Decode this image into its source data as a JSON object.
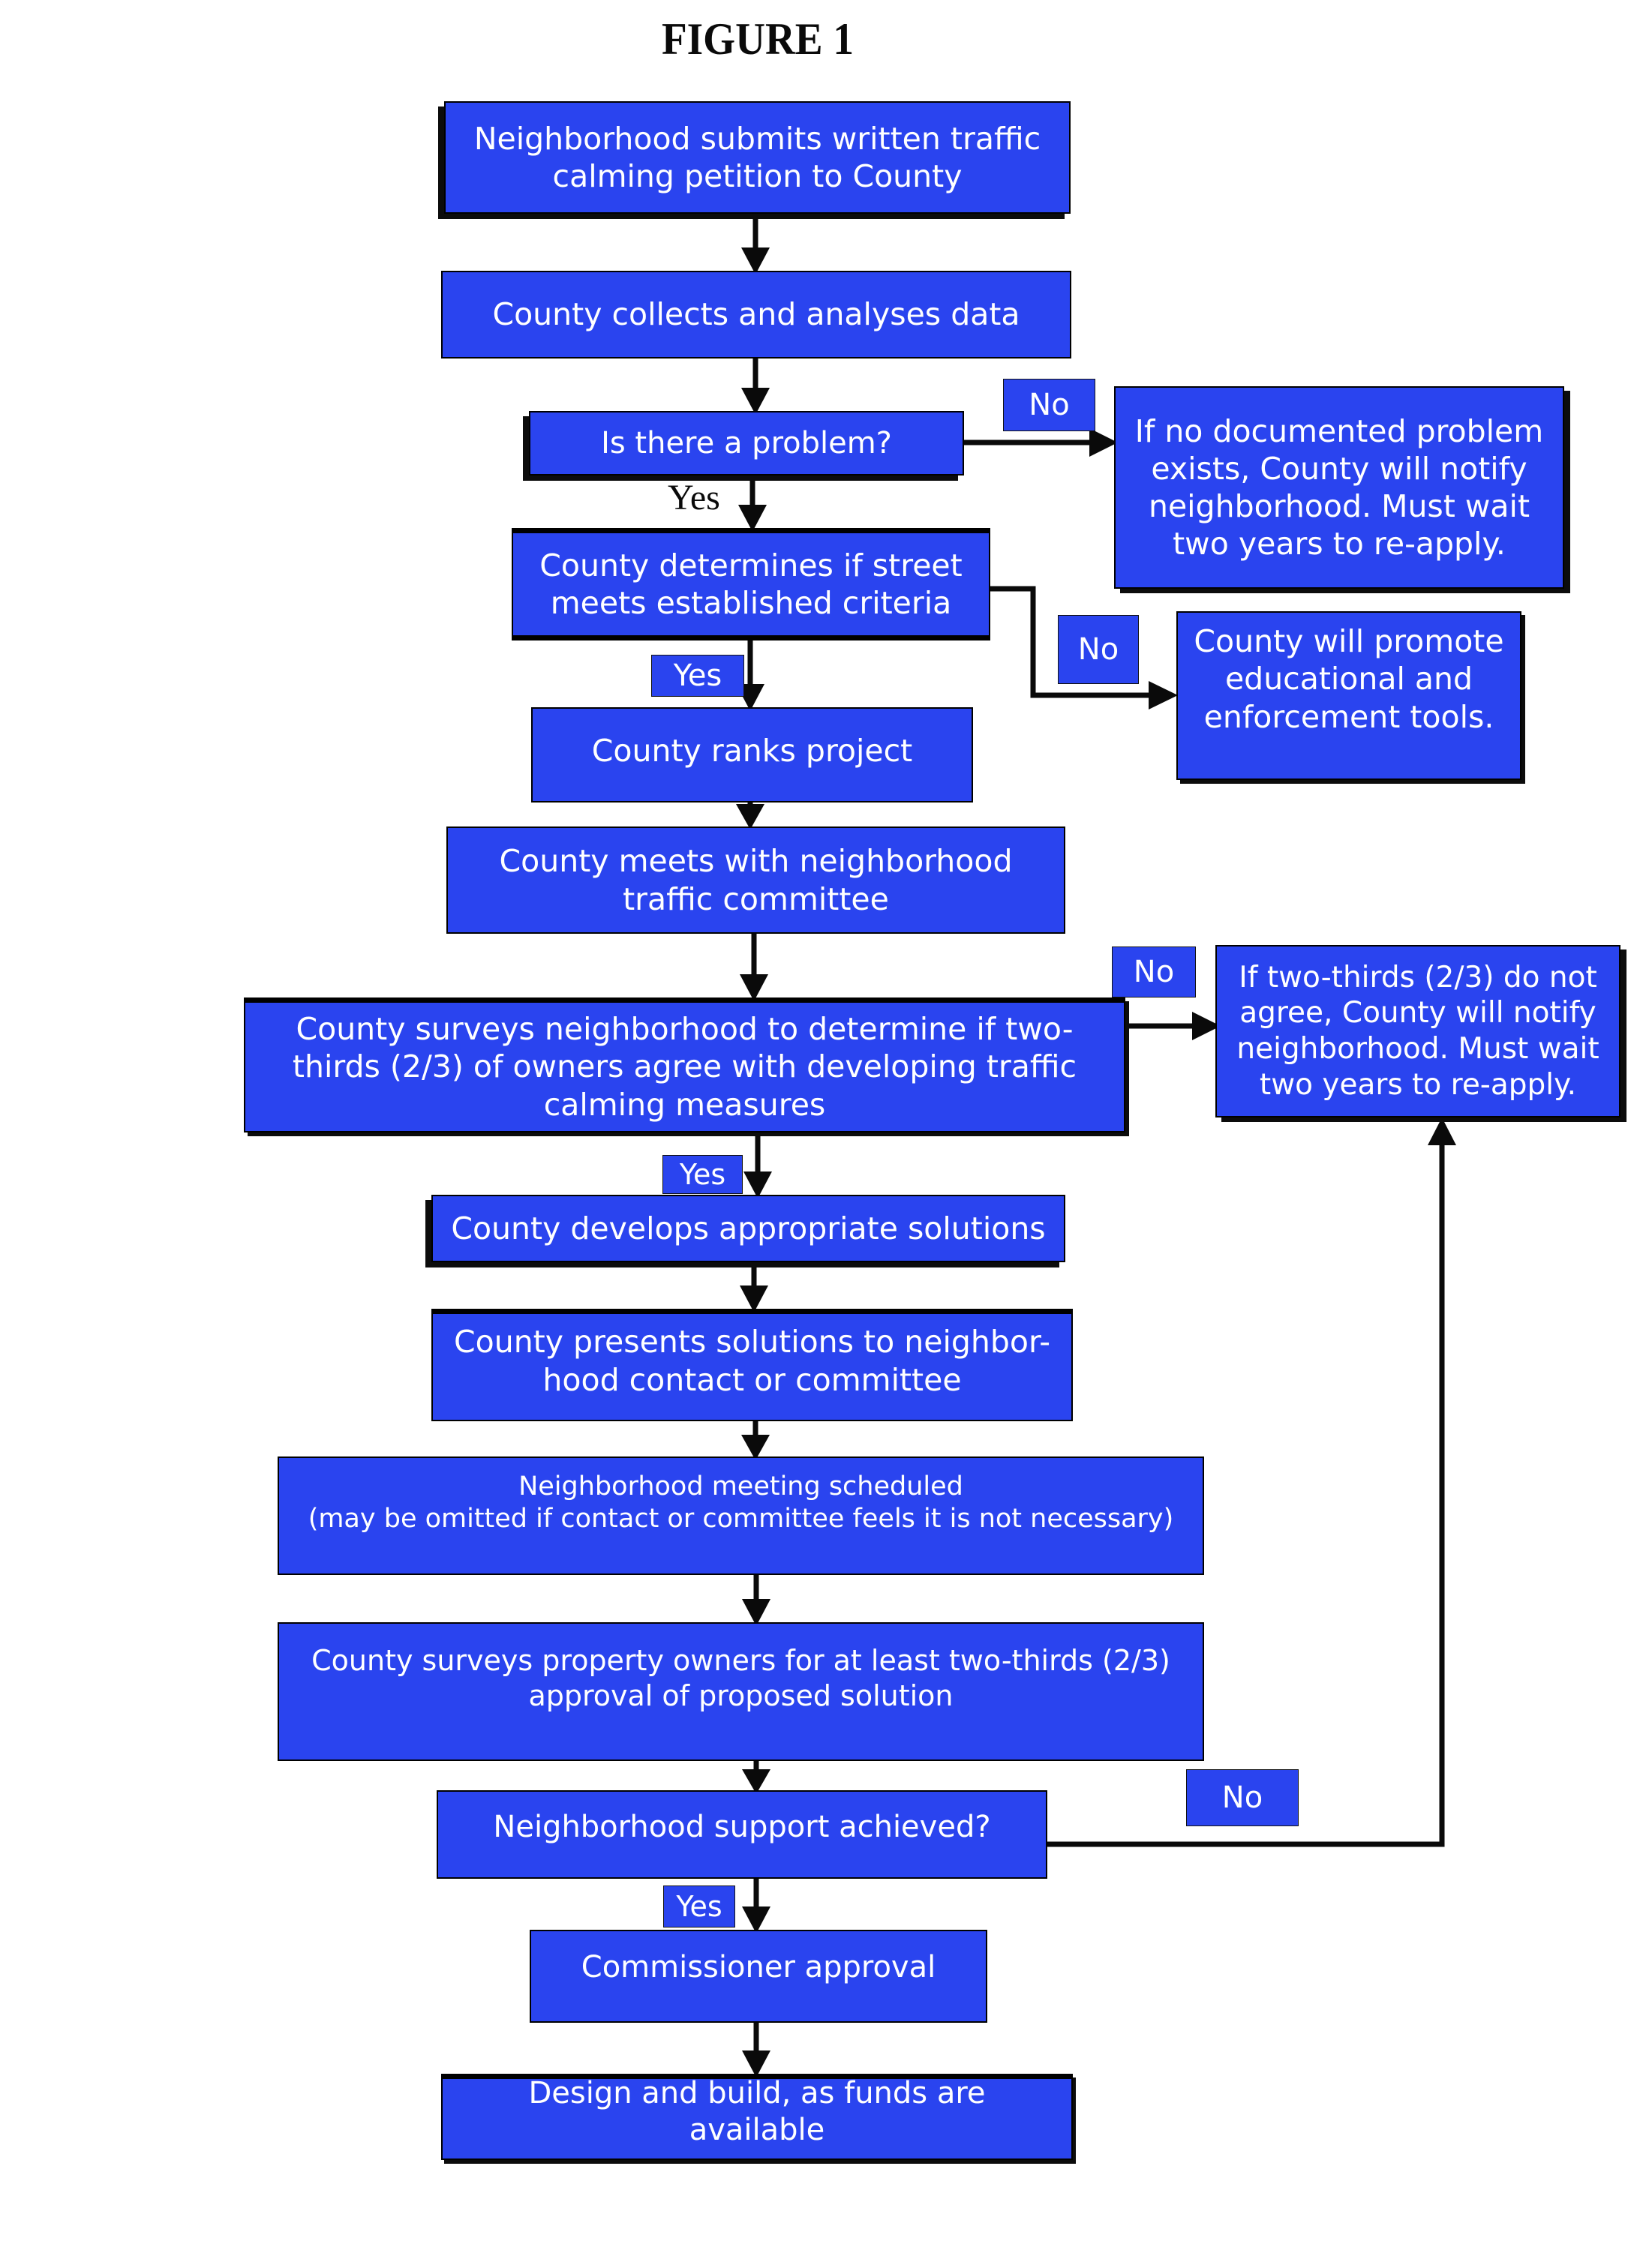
{
  "title": "FIGURE 1",
  "colors": {
    "node_fill": "#2a44ef",
    "node_text": "#ffffff",
    "connector": "#0a0a0a",
    "background": "#ffffff"
  },
  "flow": {
    "submit": "Neighborhood submits written traffic calming petition to County",
    "collect": "County collects and analyses data",
    "problem": "Is there a problem?",
    "criteria": "County determines if street meets established criteria",
    "ranks": "County ranks project",
    "meets": "County meets with neighborhood traffic committee",
    "survey": "County surveys neighborhood to determine if two-thirds (2/3) of owners agree with developing traffic calming measures",
    "develops": "County develops appropriate solutions",
    "presents": "County presents solutions to neighbor-hood contact or committee",
    "meeting_line1": "Neighborhood meeting scheduled",
    "meeting_line2": "(may be omitted if contact or committee feels it is not necessary)",
    "property_survey": "County surveys property owners for at least two-thirds (2/3) approval of proposed solution",
    "support": "Neighborhood support achieved?",
    "commissioner": "Commissioner approval",
    "design": "Design and build, as funds are available"
  },
  "outcomes": {
    "no_problem": "If no documented problem exists, County will notify neighborhood. Must wait two years to re-apply.",
    "promote": "County will promote educational and enforcement tools.",
    "no_agreement": "If two-thirds (2/3) do not agree, County will notify neighborhood. Must wait two years to re-apply."
  },
  "labels": {
    "yes": "Yes",
    "no": "No"
  }
}
